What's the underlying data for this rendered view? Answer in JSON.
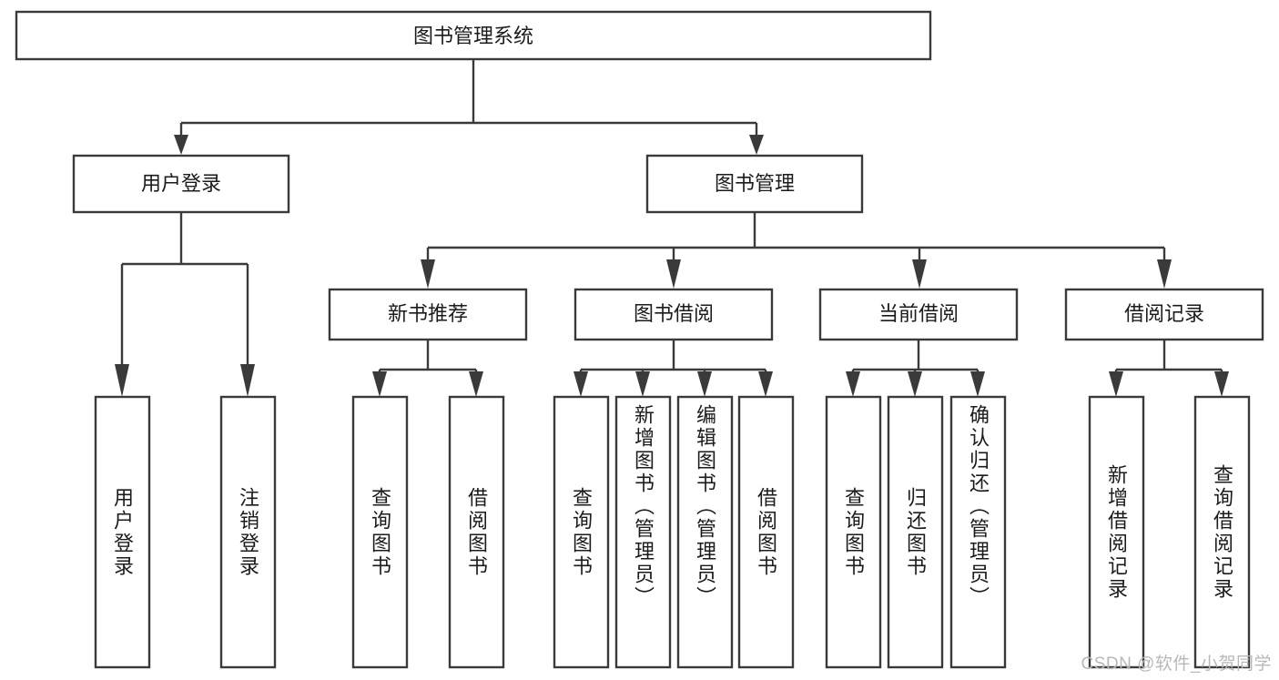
{
  "diagram": {
    "title": "图书管理系统",
    "type": "tree-hierarchy-diagram",
    "colors": {
      "box_stroke": "#3a3a3a",
      "box_fill": "#ffffff",
      "text": "#1b1b1b",
      "background": "#ffffff",
      "watermark": "#b8b8b8"
    },
    "root": {
      "id": "root",
      "label": "图书管理系统"
    },
    "level2": [
      {
        "id": "user-login",
        "label": "用户登录"
      },
      {
        "id": "book-manage",
        "label": "图书管理"
      }
    ],
    "level3": [
      {
        "id": "new-book-recommend",
        "label": "新书推荐",
        "parent": "book-manage"
      },
      {
        "id": "book-borrow",
        "label": "图书借阅",
        "parent": "book-manage"
      },
      {
        "id": "current-borrow",
        "label": "当前借阅",
        "parent": "book-manage"
      },
      {
        "id": "borrow-record",
        "label": "借阅记录",
        "parent": "book-manage"
      }
    ],
    "leaves": {
      "user-login": [
        {
          "id": "leaf-user-login",
          "label": "用户登录"
        },
        {
          "id": "leaf-user-logout",
          "label": "注销登录"
        }
      ],
      "new-book-recommend": [
        {
          "id": "leaf-query-book-1",
          "label": "查询图书"
        },
        {
          "id": "leaf-borrow-book-1",
          "label": "借阅图书"
        }
      ],
      "book-borrow": [
        {
          "id": "leaf-query-book-2",
          "label": "查询图书"
        },
        {
          "id": "leaf-add-book",
          "label": "新增图书（管理员）"
        },
        {
          "id": "leaf-edit-book",
          "label": "编辑图书（管理员）"
        },
        {
          "id": "leaf-borrow-book-2",
          "label": "借阅图书"
        }
      ],
      "current-borrow": [
        {
          "id": "leaf-query-book-3",
          "label": "查询图书"
        },
        {
          "id": "leaf-return-book",
          "label": "归还图书"
        },
        {
          "id": "leaf-confirm-return",
          "label": "确认归还（管理员）"
        }
      ],
      "borrow-record": [
        {
          "id": "leaf-add-record",
          "label": "新增借阅记录"
        },
        {
          "id": "leaf-query-record",
          "label": "查询借阅记录"
        }
      ]
    }
  },
  "watermark": {
    "text": "CSDN @软件_小贺同学"
  }
}
